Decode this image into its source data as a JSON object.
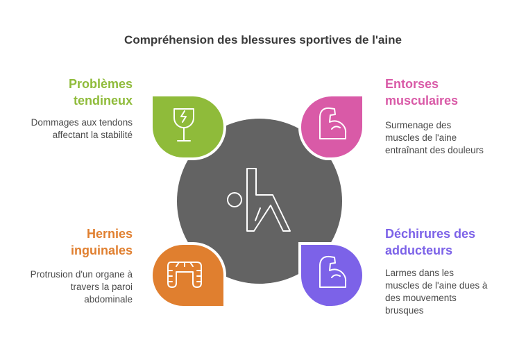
{
  "title": "Compréhension des blessures sportives de l'aine",
  "colors": {
    "center": "#636363",
    "green": "#8fbb3a",
    "pink": "#d95aa7",
    "orange": "#e07f2f",
    "purple": "#7c62e8"
  },
  "items": [
    {
      "heading_line1": "Problèmes",
      "heading_line2": "tendineux",
      "desc_line1": "Dommages aux tendons",
      "desc_line2": "affectant la stabilité",
      "icon": "broken-glass-icon"
    },
    {
      "heading_line1": "Entorses",
      "heading_line2": "musculaires",
      "desc_line1": "Surmenage des",
      "desc_line2": "muscles de l'aine",
      "desc_line3": "entraînant des douleurs",
      "icon": "flexed-arm-icon"
    },
    {
      "heading_line1": "Hernies",
      "heading_line2": "inguinales",
      "desc_line1": "Protrusion d'un organe à",
      "desc_line2": "travers la paroi",
      "desc_line3": "abdominale",
      "icon": "intestine-icon"
    },
    {
      "heading_line1": "Déchirures des",
      "heading_line2": "adducteurs",
      "desc_line1": "Larmes dans les",
      "desc_line2": "muscles de l'aine dues à",
      "desc_line3": "des mouvements",
      "desc_line4": "brusques",
      "icon": "flexed-arm-icon"
    }
  ]
}
